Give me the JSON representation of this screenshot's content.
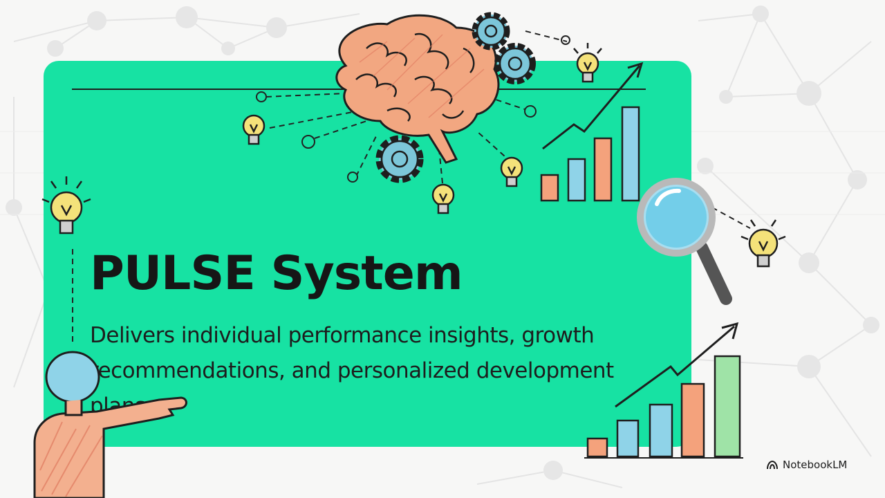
{
  "slide": {
    "title": "PULSE System",
    "subtitle": "Delivers individual performance insights, growth recommendations, and personalized development plans.",
    "card_color": "#17e2a3",
    "background_color": "#f7f7f6"
  },
  "brand": {
    "name": "NotebookLM",
    "icon": "notebooklm-logo-icon"
  },
  "illustrations": {
    "brain": "brain-icon",
    "gears": "gear-icon",
    "lightbulbs": "lightbulb-icon",
    "charts": "bar-chart-icon",
    "magnifier": "magnifying-glass-icon",
    "person": "pointing-person-icon"
  }
}
